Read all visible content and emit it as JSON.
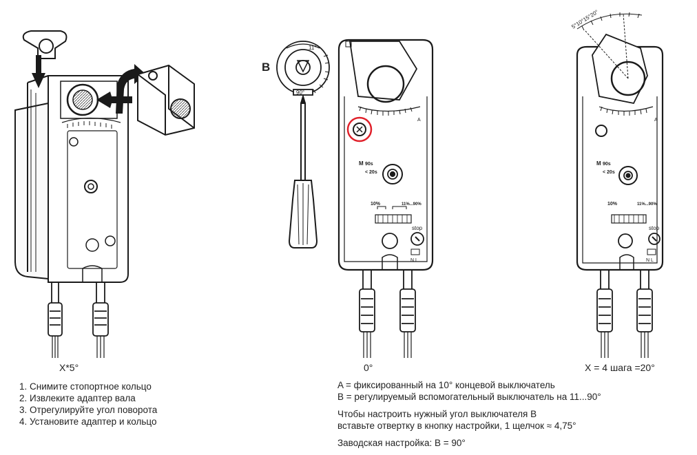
{
  "captions": {
    "left": "X*5°",
    "middle": "0°",
    "right": "X = 4 шага =20°"
  },
  "steps": [
    "1. Снимите стопортное кольцо",
    "2. Извлеките адаптер вала",
    "3. Отрегулируйте угол поворота",
    "4. Установите адаптер и кольцо"
  ],
  "notes": {
    "a_def": "A = фиксированный на 10° концевой выключатель",
    "b_def": "B = регулируемый вспомогательный выключатель на 11...90°",
    "instr_1": "Чтобы настроить нужный угол выключателя B",
    "instr_2": "вставьте отвертку в кнопку настройки, 1 щелчок ≈ 4,75°",
    "factory": "Заводская настройка: B = 90°"
  },
  "labels": {
    "b": "B",
    "dial_11": "11°",
    "dial_90": "90°",
    "arc_scale": "5°10°15°20°",
    "motor_90s": "90s",
    "spring_20s": "< 20s",
    "switch_a": "10%",
    "switch_b": "11%...90%",
    "stop": "stop",
    "nl": "N L",
    "m": "M",
    "a": "A"
  },
  "colors": {
    "line": "#1a1a1a",
    "highlight": "#e0202a"
  }
}
